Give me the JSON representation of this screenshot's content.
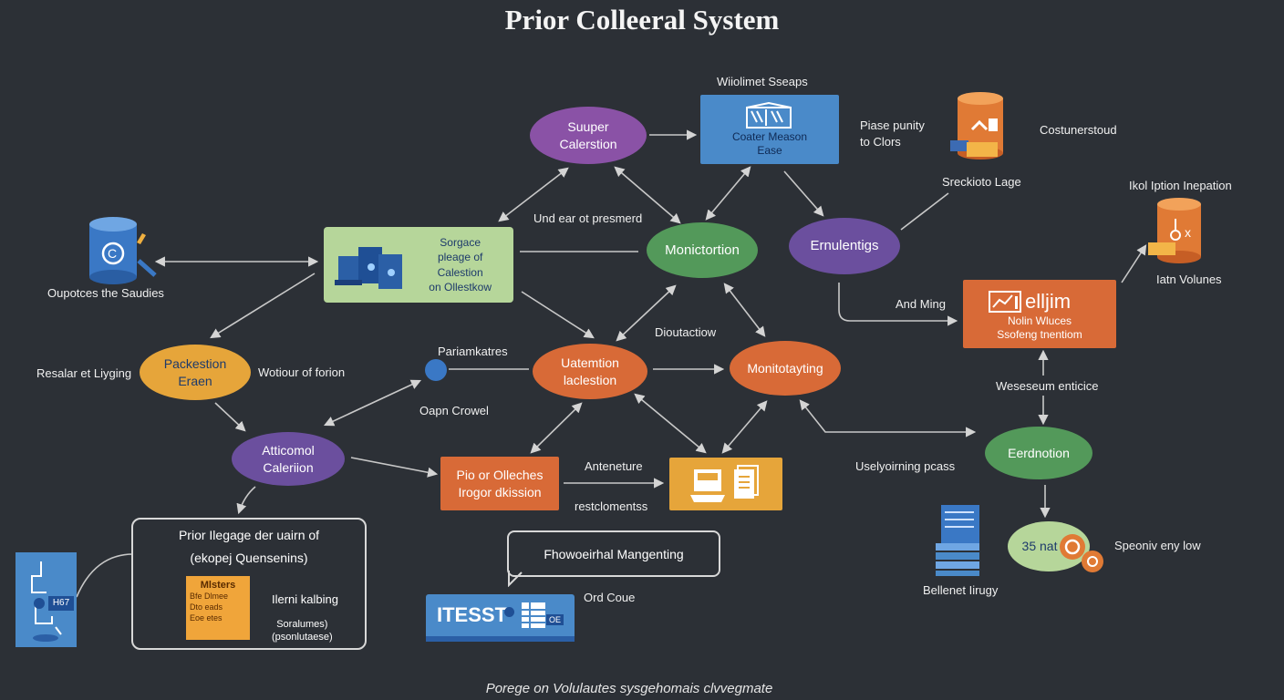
{
  "title": "Prior Colleeral System",
  "footer": "Porege on Volulautes sysgehomais clvvegmate",
  "nodes": {
    "super_calerstion": "Suuper\nCalerstion",
    "monictortion": "Monictortion",
    "ernulentigs": "Ernulentigs",
    "sorgace": "Sorgace\npleage of\nCalestion\non Ollestkow",
    "paclestion": "Packestion\nEraen",
    "uatemtion": "Uatemtion\nlaclestion",
    "monitoyting": "Monitotayting",
    "atticomol": "Atticomol\nCaleriion",
    "pio_olleches": "Pio or Olleches\nIrogor dkission",
    "coater_meason": "Coater Meason\nEase",
    "eiiim": "Nolin Wluces\nSsofeng tnentiom",
    "eiiim_logo": "elljim",
    "eeodnotion": "Eerdnotion",
    "ss_nat": "35 nat",
    "itesst": "ITESST",
    "itesst_tag": "OE",
    "plus_badge": "H67"
  },
  "labels": {
    "wiiolimet": "Wiiolimet Sseaps",
    "piase_purnity": "Piase punity\nto Clors",
    "costumerstoud": "Costunerstoud",
    "sreckioto": "Sreckioto Lage",
    "ikol_iption": "Ikol Iption Inepation",
    "itatn_volumes": "Iatn Volunes",
    "und_ear": "Und ear ot presmerd",
    "oupotces": "Oupotces the Saudies",
    "rasaler": "Resalar et Liyging",
    "wotiour": "Wotiour of forion",
    "pariamkatres": "Pariamkatres",
    "oapn_crowel": "Oapn Crowel",
    "dioutactiow": "Dioutactiow",
    "and_ming": "And Ming",
    "wesesuem": "Weseseum enticice",
    "uselyoirning": "Uselyoirning pcass",
    "anteneture": "Anteneture",
    "restclomentss": "restclomentss",
    "spesniy_low": "Speoniv eny low",
    "bellenet": "Bellenet Iirugy",
    "ord_coue": "Ord Coue"
  },
  "panel_prior": {
    "line1": "Prior Ilegage der uairn of",
    "line2": "(ekopej Quensenins)",
    "doc_title": "Mlsters",
    "doc_body": "Bfe Dlmee\nDto eads\nEoe etes",
    "side_title": "Ilerni kalbing",
    "side_body": "Soralumes)\n(psonlutaese)"
  },
  "panel_phono": {
    "text": "Fhowoeirhal Mangenting"
  },
  "colors": {
    "background": "#2c3036",
    "purple": "#8a52a6",
    "green": "#53995a",
    "orange": "#d86a37",
    "amber": "#e6a53a",
    "blue": "#4a8ac9",
    "sage": "#b6d69a"
  }
}
